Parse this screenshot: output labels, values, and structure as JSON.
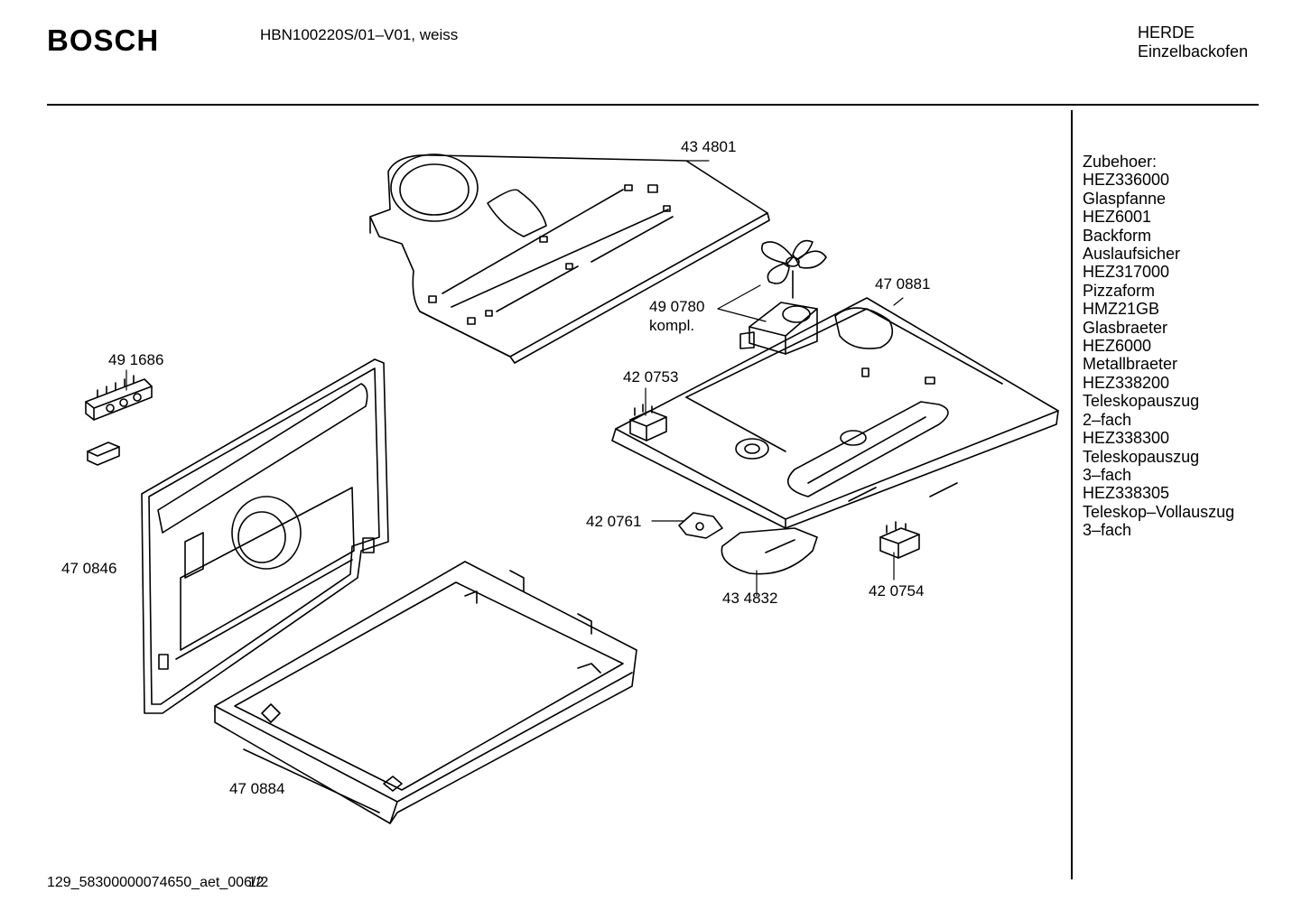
{
  "header": {
    "brand": "BOSCH",
    "model": "HBN100220S/01–V01, weiss",
    "category_line1": "HERDE",
    "category_line2": "Einzelbackofen"
  },
  "accessories": [
    "Zubehoer:",
    "HEZ336000",
    "Glaspfanne",
    "HEZ6001",
    "Backform",
    "Auslaufsicher",
    "HEZ317000",
    "Pizzaform",
    "HMZ21GB",
    "Glasbraeter",
    "HEZ6000",
    "Metallbraeter",
    "HEZ338200",
    "Teleskopauszug",
    "2–fach",
    "HEZ338300",
    "Teleskopauszug",
    "3–fach",
    "HEZ338305",
    "Teleskop–Vollauszug",
    "3–fach"
  ],
  "parts": {
    "p434801": "43 4801",
    "p490780": "49 0780",
    "p490780b": "kompl.",
    "p470881": "47 0881",
    "p491686": "49 1686",
    "p420753": "42 0753",
    "p420761": "42 0761",
    "p470846": "47 0846",
    "p434832": "43 4832",
    "p420754": "42 0754",
    "p470884": "47 0884"
  },
  "footer": {
    "code": "129_58300000074650_aet_00",
    "page_a": "6/2",
    "page_b": "1/2"
  }
}
